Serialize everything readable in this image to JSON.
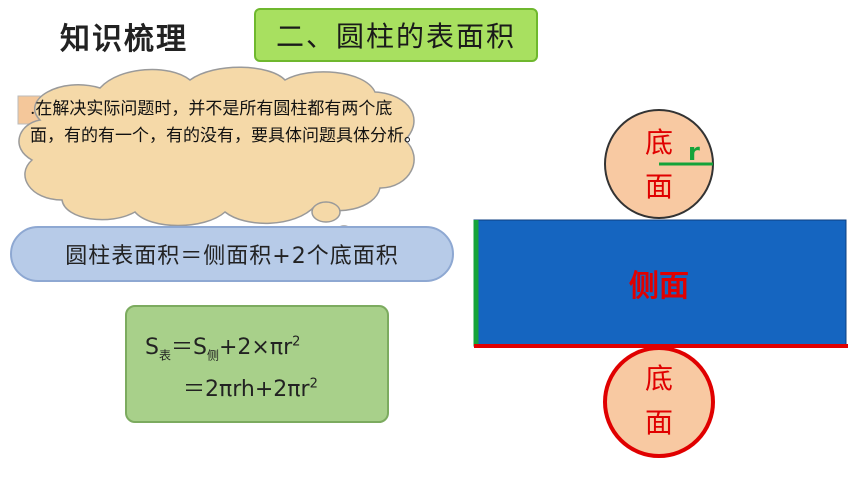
{
  "heading": "知识梳理",
  "section_title": "二、圆柱的表面积",
  "cloud_note": ".在解决实际问题时，并不是所有圆柱都有两个底面，有的有一个，有的没有，要具体问题具体分析。",
  "hidden_fragment": "h",
  "formula_words": "圆柱表面积＝侧面积+2个底面积",
  "formula": {
    "line1_s": "S",
    "line1_sub_surface": "表",
    "line1_eq": "＝S",
    "line1_sub_side": "侧",
    "line1_rest": "+2×πr",
    "line1_sup": "2",
    "line2": "＝2πrh+2πr",
    "line2_sup": "2"
  },
  "net": {
    "top_circle_line1": "底",
    "top_circle_line2": "面",
    "radius_label": "r",
    "lateral_label": "侧面",
    "bottom_circle_line1": "底",
    "bottom_circle_line2": "面"
  },
  "colors": {
    "lateral_fill": "#1565c0",
    "circle_fill": "#f8c9a2",
    "label_red": "#e00000",
    "radius_green": "#15a33a",
    "cloud_fill": "#f5d9a8"
  }
}
